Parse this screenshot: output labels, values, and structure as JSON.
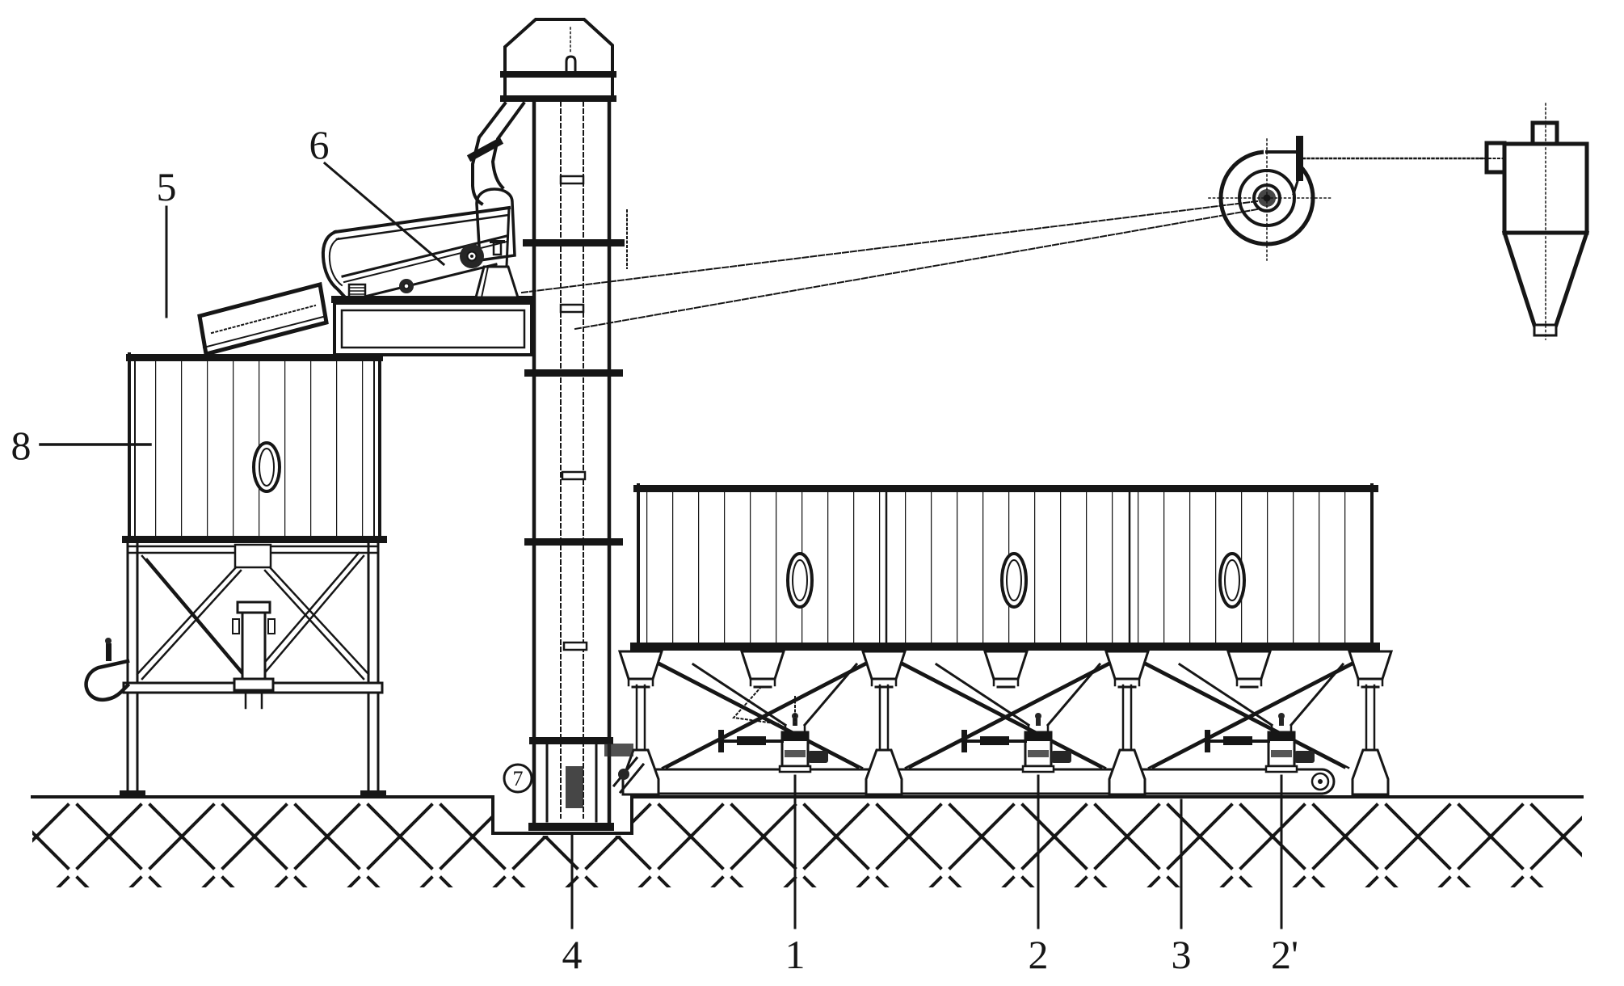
{
  "figure": {
    "kind": "technical line drawing of grain elevator and silo plant",
    "paper_color": "#ffffff",
    "ink_color": "#161616"
  },
  "callouts": {
    "c1": "1",
    "c2": "2",
    "c2p": "2'",
    "c3": "3",
    "c4": "4",
    "c5": "5",
    "c6": "6",
    "c7": "7",
    "c8": "8"
  }
}
